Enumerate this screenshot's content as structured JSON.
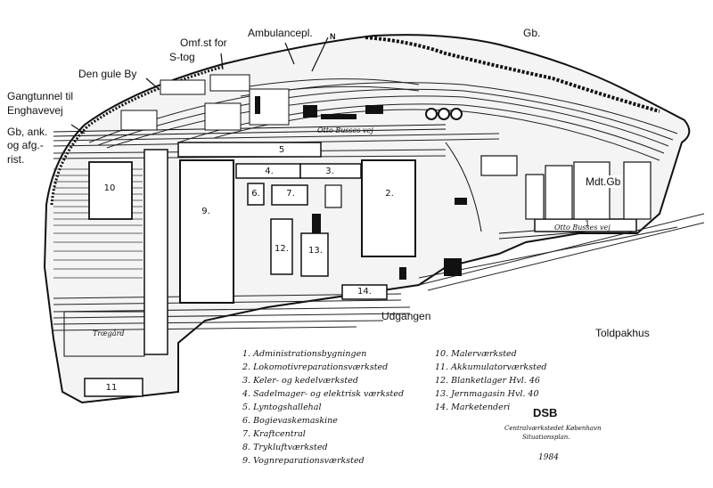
{
  "labels": {
    "gb_top": "Gb.",
    "ambulance": "Ambulancepl.",
    "north": "N",
    "omf_line1": "Omf.st for",
    "omf_line2": "S-tog",
    "den_gule_by": "Den gule By",
    "gangtunnel_line1": "Gangtunnel til",
    "gangtunnel_line2": "Enghavevej",
    "gb_ank_line1": "Gb, ank.",
    "gb_ank_line2": "og afg.-",
    "gb_ank_line3": "rist.",
    "mdt_gb": "Mdt.Gb",
    "udgangen": "Udgangen",
    "toldpakhus": "Toldpakhus"
  },
  "roads": {
    "otto_north": "Otto Busses vej",
    "otto_south": "Otto Busses vej",
    "traegard": "Trægård"
  },
  "buildings": {
    "b1": "1",
    "b2": "2.",
    "b3": "3.",
    "b4": "4.",
    "b5": "5",
    "b6": "6.",
    "b7": "7.",
    "b9": "9.",
    "b10": "10",
    "b11": "11",
    "b12": "12.",
    "b13": "13.",
    "b14": "14."
  },
  "legend_left": [
    "1. Administrationsbygningen",
    "2. Lokomotivreparationsværksted",
    "3. Keler- og kedelværksted",
    "4. Sadelmager- og elektrisk værksted",
    "5. Lyntogshallehal",
    "6. Bogievaskemaskine",
    "7. Kraftcentral",
    "8. Trykluftværksted",
    "9. Vognreparationsværksted"
  ],
  "legend_right": [
    "10. Malerværksted",
    "11. Akkumulatorværksted",
    "12. Blanketlager Hvl. 46",
    "13. Jernmagasin Hvl. 40",
    "14. Marketenderi"
  ],
  "title_block": {
    "org": "DSB",
    "sub1": "Centralværkstedet København",
    "sub2": "Situationsplan.",
    "year": "1984"
  }
}
